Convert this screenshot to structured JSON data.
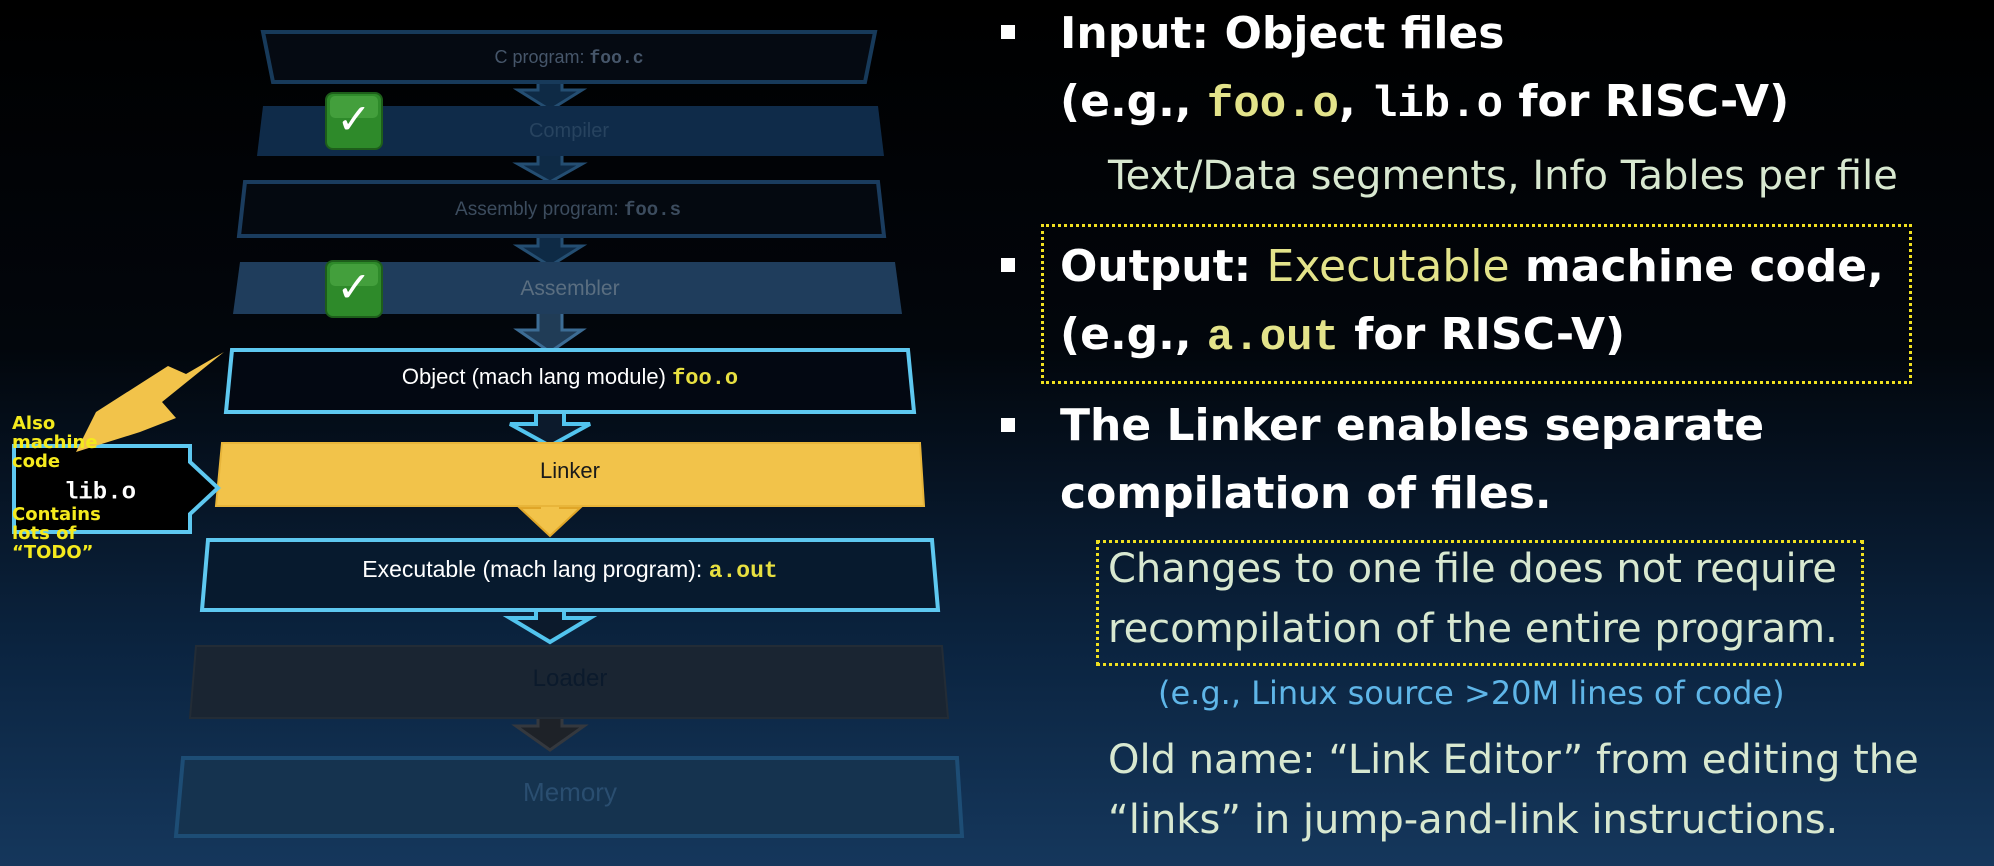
{
  "diagram": {
    "stages": [
      {
        "text": "C program: ",
        "code": "foo.c",
        "state": "dim-box"
      },
      {
        "text": "Compiler",
        "code": "",
        "state": "dim-bar",
        "check": true
      },
      {
        "text": "Assembly program: ",
        "code": "foo.s",
        "state": "dim-box"
      },
      {
        "text": "Assembler",
        "code": "",
        "state": "dim-bar",
        "check": true
      },
      {
        "text": "Object (mach lang module) ",
        "code": "foo.o",
        "state": "active-box"
      },
      {
        "text": "Linker",
        "code": "",
        "state": "linker"
      },
      {
        "text": "Executable (mach lang program): ",
        "code": "a.out",
        "state": "active-box"
      },
      {
        "text": "Loader",
        "code": "",
        "state": "faded-bar"
      },
      {
        "text": "Memory",
        "code": "",
        "state": "faded-box"
      }
    ],
    "check_glyph": "✓",
    "side_input": {
      "label": "lib.o",
      "note_top": [
        "Also",
        "machine",
        "code"
      ],
      "note_bottom": [
        "Contains",
        "lots of",
        "“TODO”"
      ]
    }
  },
  "bullets": {
    "input": {
      "line1": "Input: Object files",
      "line2_prefix": "(e.g., ",
      "code1": "foo.o",
      "sep": ", ",
      "code2": "lib.o",
      "line2_suffix": " for RISC-V)",
      "sub": "Text/Data segments, Info Tables per file"
    },
    "output": {
      "prefix": "Output: ",
      "highlight": "Executable",
      "suffix": " machine code,",
      "line2_prefix": "(e.g., ",
      "code": "a.out",
      "line2_suffix": " for RISC-V)"
    },
    "linker": {
      "line1": "The Linker enables separate",
      "line2": "compilation of files.",
      "box_line1": "Changes to one file does not require",
      "box_line2": "recompilation of the entire program.",
      "example": "(e.g., Linux source >20M lines of code)",
      "old1": "Old name: “Link Editor” from editing the",
      "old2": "“links” in jump-and-link instructions."
    }
  },
  "colors": {
    "accent_yellow": "#e3e38a",
    "code_yellow": "#e8e040",
    "linker_gold": "#f2c34a",
    "active_outline": "#5ec8f0",
    "dotted_yellow": "#f0e020",
    "example_blue": "#5fb6e8",
    "check_green": "#2e8a2a"
  }
}
